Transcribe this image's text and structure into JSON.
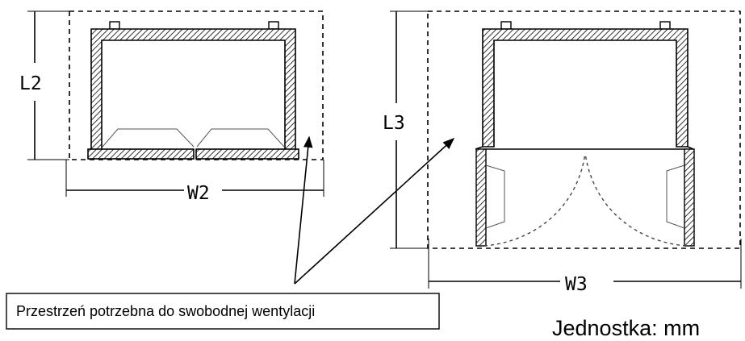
{
  "labels": {
    "l2": "L2",
    "w2": "W2",
    "l3": "L3",
    "w3": "W3",
    "unit": "Jednostka: mm",
    "callout": "Przestrzeń potrzebna do swobodnej wentylacji"
  }
}
